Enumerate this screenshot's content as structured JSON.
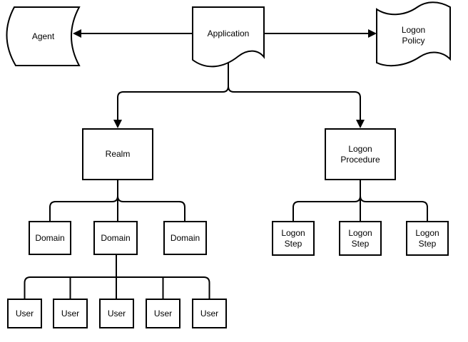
{
  "colors": {
    "background": "#ffffff",
    "stroke": "#000000",
    "shape_fill": "#ffffff",
    "text": "#000000"
  },
  "diagram": {
    "nodes": {
      "agent": {
        "label": "Agent",
        "shape": "stored-data"
      },
      "application": {
        "label": "Application",
        "shape": "document"
      },
      "logon_policy": {
        "label": "Logon Policy",
        "shape": "tape"
      },
      "realm": {
        "label": "Realm",
        "shape": "rectangle"
      },
      "logon_procedure": {
        "label": "Logon Procedure",
        "shape": "rectangle"
      },
      "domains": [
        {
          "label": "Domain"
        },
        {
          "label": "Domain"
        },
        {
          "label": "Domain"
        }
      ],
      "users": [
        {
          "label": "User"
        },
        {
          "label": "User"
        },
        {
          "label": "User"
        },
        {
          "label": "User"
        },
        {
          "label": "User"
        }
      ],
      "logon_steps": [
        {
          "label": "Logon Step"
        },
        {
          "label": "Logon Step"
        },
        {
          "label": "Logon Step"
        }
      ]
    },
    "edges": [
      {
        "from": "Application",
        "to": "Agent",
        "arrowhead": "at-target"
      },
      {
        "from": "Application",
        "to": "Logon Policy",
        "arrowhead": "at-target"
      },
      {
        "from": "Application",
        "to": "Realm",
        "arrowhead": "at-target"
      },
      {
        "from": "Application",
        "to": "Logon Procedure",
        "arrowhead": "at-target"
      },
      {
        "from": "Realm",
        "to": "Domain",
        "count": 3,
        "arrowhead": "none"
      },
      {
        "from": "Domain (middle)",
        "to": "User",
        "count": 5,
        "arrowhead": "none"
      },
      {
        "from": "Logon Procedure",
        "to": "Logon Step",
        "count": 3,
        "arrowhead": "none"
      }
    ]
  }
}
